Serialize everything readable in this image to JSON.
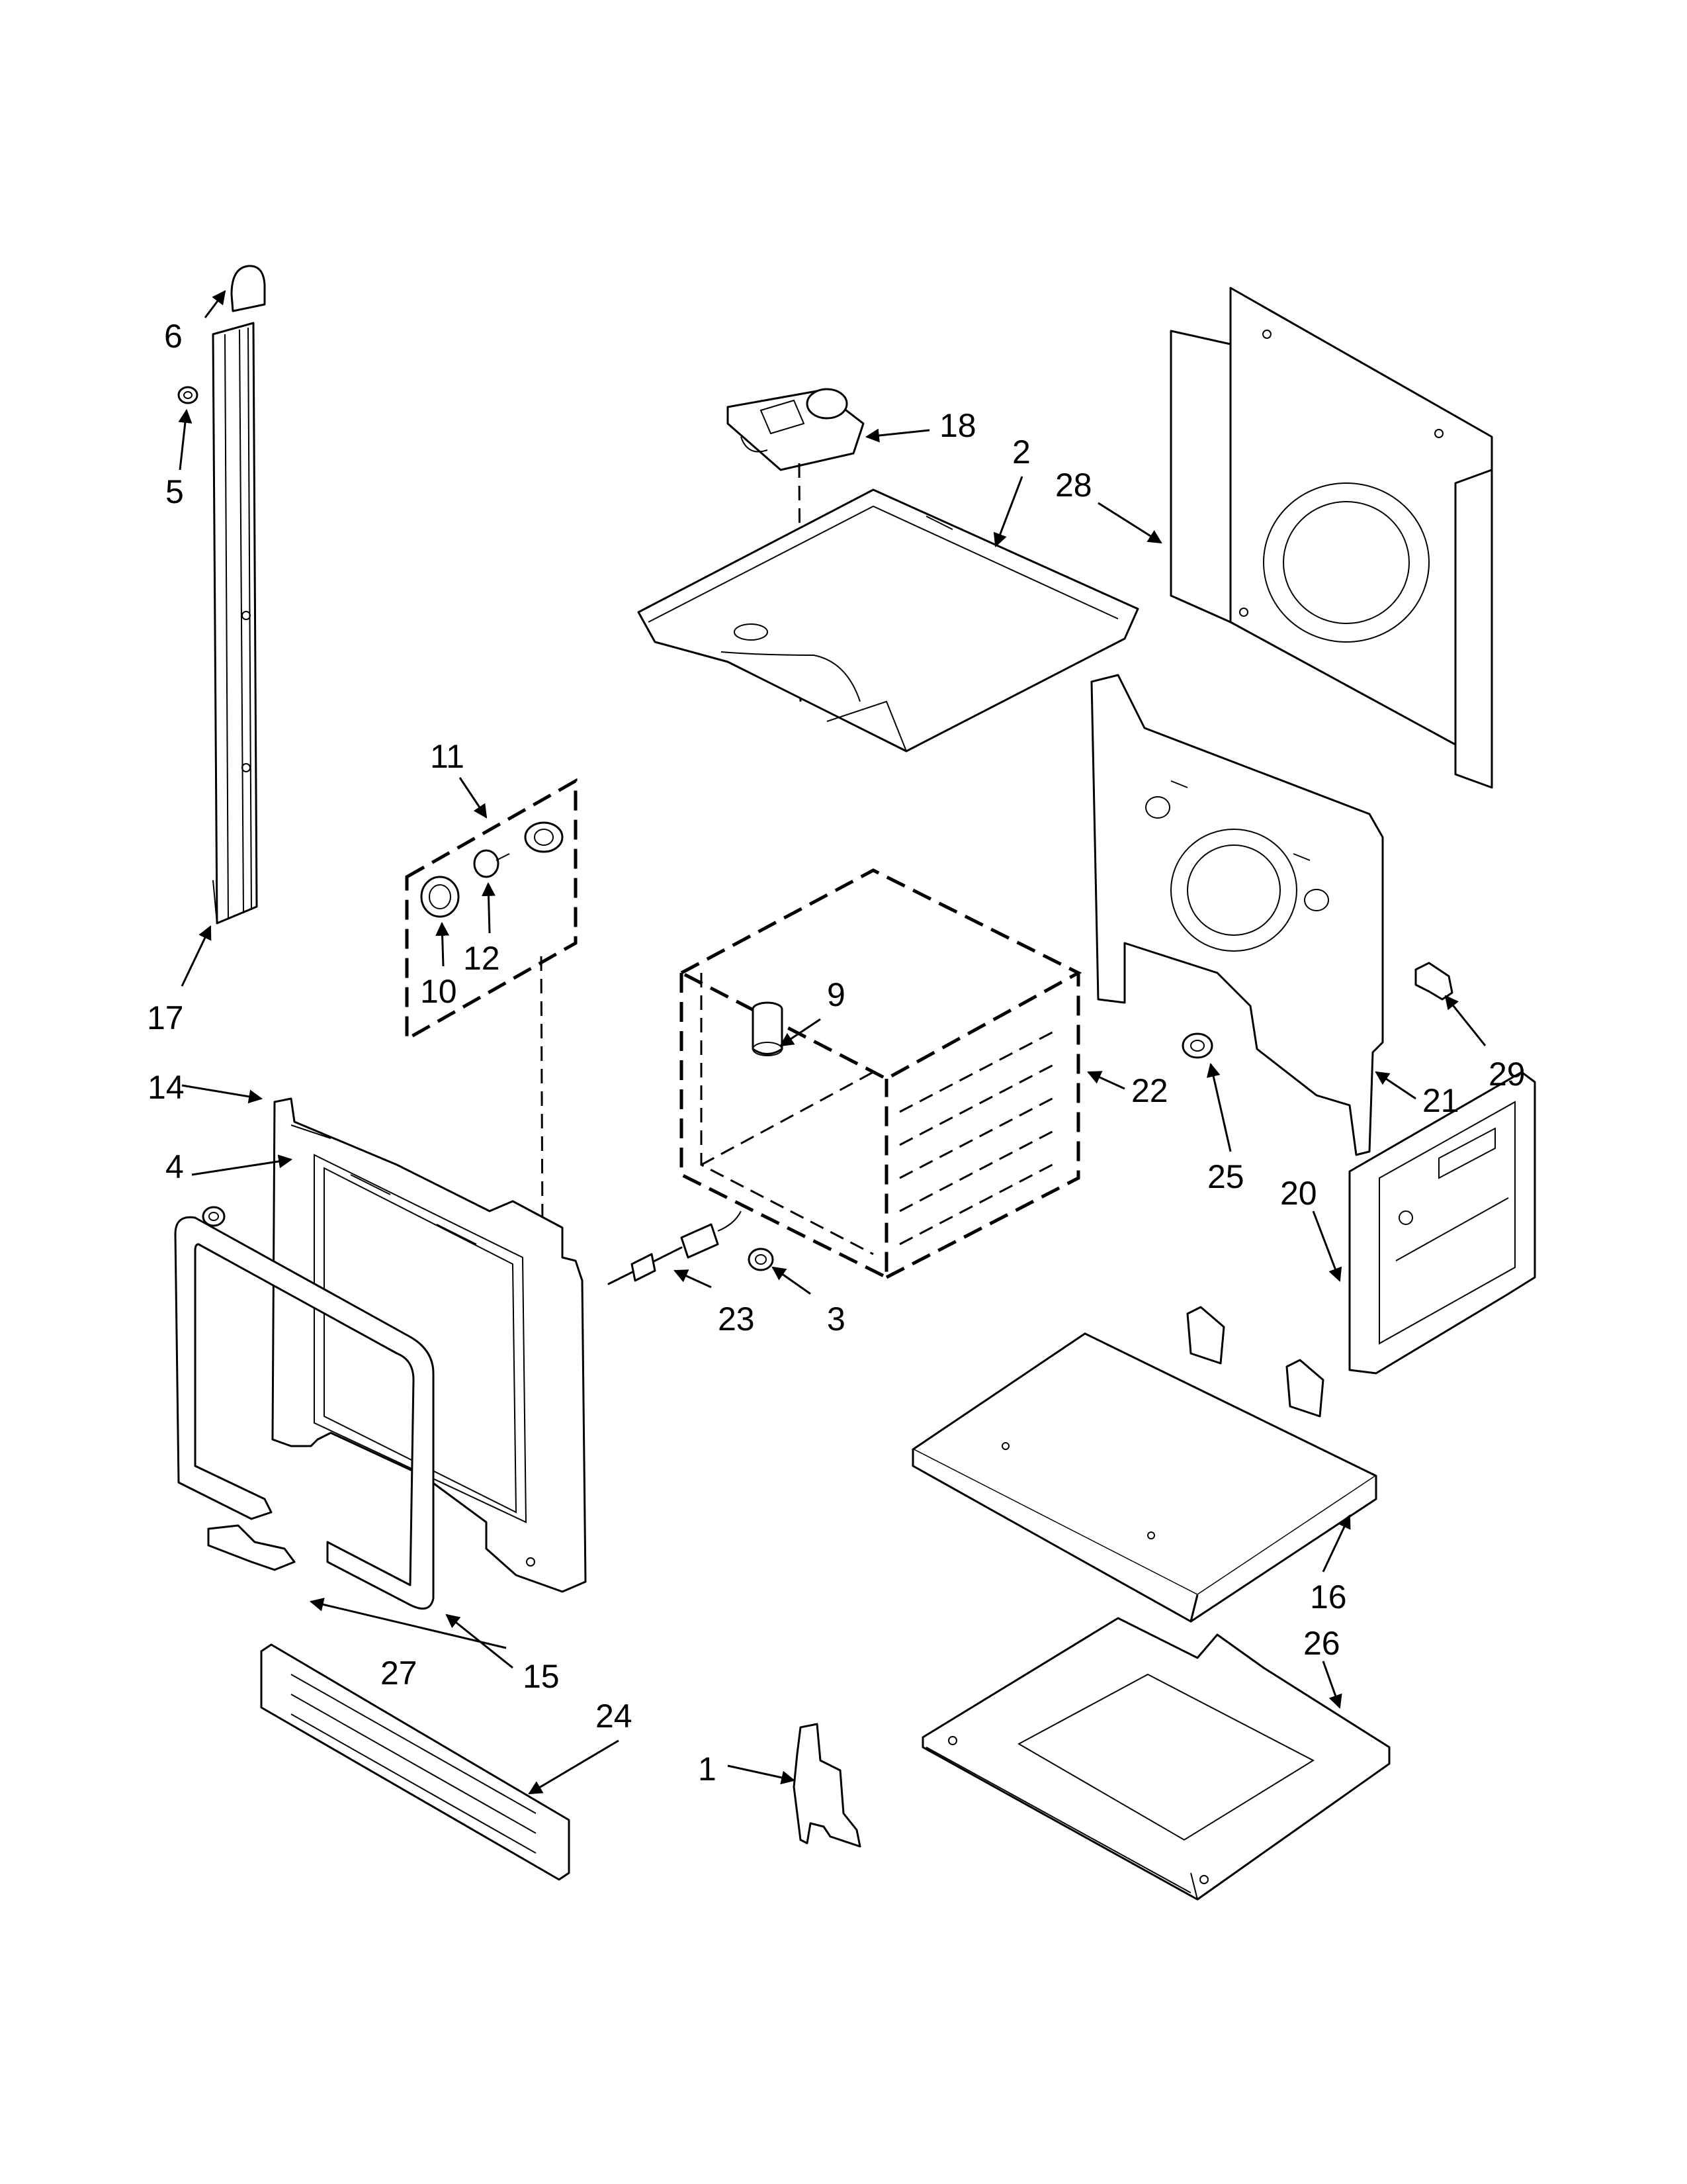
{
  "diagram": {
    "callouts": [
      {
        "id": "c1",
        "label": "1"
      },
      {
        "id": "c2",
        "label": "2"
      },
      {
        "id": "c3",
        "label": "3"
      },
      {
        "id": "c4",
        "label": "4"
      },
      {
        "id": "c5",
        "label": "5"
      },
      {
        "id": "c6",
        "label": "6"
      },
      {
        "id": "c9",
        "label": "9"
      },
      {
        "id": "c10",
        "label": "10"
      },
      {
        "id": "c11",
        "label": "11"
      },
      {
        "id": "c12",
        "label": "12"
      },
      {
        "id": "c14",
        "label": "14"
      },
      {
        "id": "c15",
        "label": "15"
      },
      {
        "id": "c16",
        "label": "16"
      },
      {
        "id": "c17",
        "label": "17"
      },
      {
        "id": "c18",
        "label": "18"
      },
      {
        "id": "c20",
        "label": "20"
      },
      {
        "id": "c21",
        "label": "21"
      },
      {
        "id": "c22",
        "label": "22"
      },
      {
        "id": "c23",
        "label": "23"
      },
      {
        "id": "c24",
        "label": "24"
      },
      {
        "id": "c25",
        "label": "25"
      },
      {
        "id": "c26",
        "label": "26"
      },
      {
        "id": "c27",
        "label": "27"
      },
      {
        "id": "c28",
        "label": "28"
      },
      {
        "id": "c29",
        "label": "29"
      }
    ]
  }
}
